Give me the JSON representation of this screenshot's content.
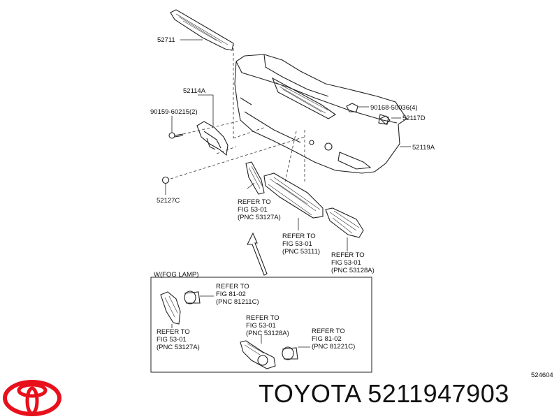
{
  "labels": {
    "p52711": "52711",
    "p52114A": "52114A",
    "p90159": "90159-60215(2)",
    "p52127C": "52127C",
    "p90168": "90168-50036(4)",
    "p52117D": "52117D",
    "p52119A": "52119A",
    "ref1": [
      "REFER TO",
      "FIG  53-01",
      "(PNC  53127A)"
    ],
    "ref2": [
      "REFER TO",
      "FIG  53-01",
      "(PNC  53111)"
    ],
    "ref3": [
      "REFER TO",
      "FIG  53-01",
      "(PNC  53128A)"
    ],
    "fog_title": "W(FOG LAMP)",
    "fog_ref1": [
      "REFER TO",
      "FIG  81-02",
      "(PNC  81211C)"
    ],
    "fog_ref2": [
      "REFER TO",
      "FIG  53-01",
      "(PNC  53127A)"
    ],
    "fog_ref3": [
      "REFER TO",
      "FIG  53-01",
      "(PNC  53128A)"
    ],
    "fog_ref4": [
      "REFER TO",
      "FIG  81-02",
      "(PNC  81221C)"
    ],
    "figure_id": "524604"
  },
  "brand": {
    "title": "TOYOTA 5211947903",
    "logo_color": "#e8101b"
  }
}
